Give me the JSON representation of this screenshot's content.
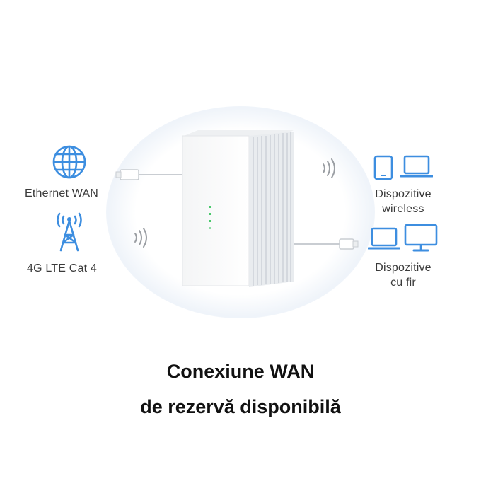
{
  "colors": {
    "accent_blue": "#3d8ee0",
    "text_dark": "#111111",
    "text_label": "#3a3a3a",
    "cable_gray": "#c9cdd2",
    "led_green": "#49c96b"
  },
  "left": {
    "ethernet": {
      "icon": "globe-icon",
      "label": "Ethernet WAN"
    },
    "lte": {
      "icon": "cell-tower-icon",
      "label": "4G LTE Cat 4"
    }
  },
  "right": {
    "wireless": {
      "icons": [
        "tablet-icon",
        "laptop-icon"
      ],
      "label_line1": "Dispozitive",
      "label_line2": "wireless"
    },
    "wired": {
      "icons": [
        "laptop-icon",
        "monitor-icon"
      ],
      "label_line1": "Dispozitive",
      "label_line2": "cu fir"
    }
  },
  "headline": {
    "line1": "Conexiune WAN",
    "line2": "de rezervă disponibilă"
  }
}
